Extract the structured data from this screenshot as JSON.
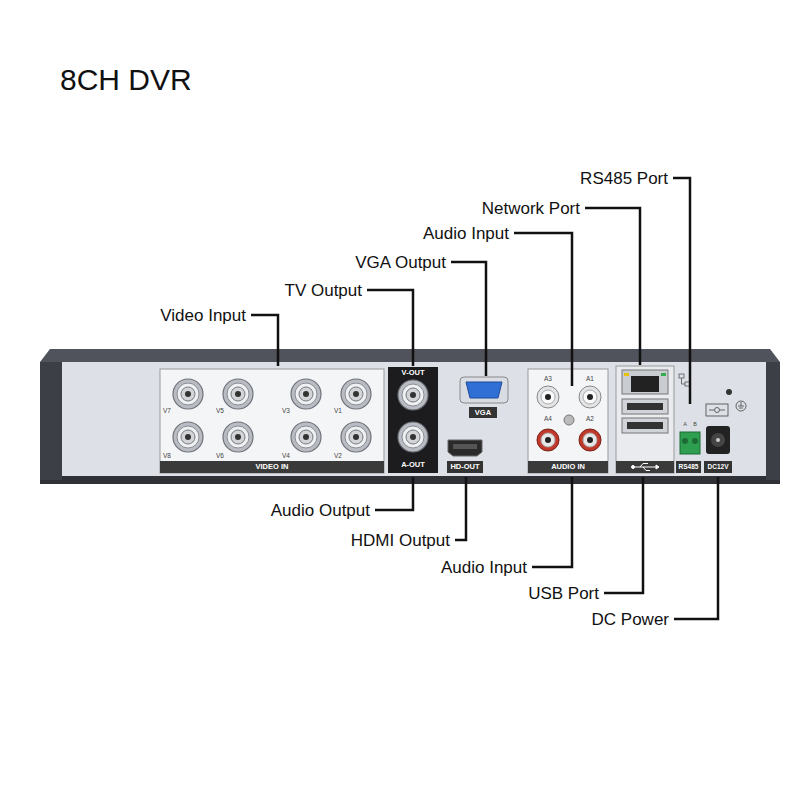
{
  "diagram": {
    "title": "8CH DVR",
    "labels": [
      "RS485 Port",
      "Network Port",
      "Audio Input",
      "VGA Output",
      "TV Output",
      "Video Input",
      "V-OUT",
      "V7",
      "V5",
      "V3",
      "V1",
      "V8",
      "V6",
      "V4",
      "V2",
      "A3",
      "A1",
      "VGA",
      "A4",
      "A2",
      "A",
      "B",
      "VIDEO IN",
      "A-OUT",
      "HD-OUT",
      "AUDIO IN",
      "RS485",
      "DC12V",
      "Audio Output",
      "HDMI Output",
      "Audio Input",
      "USB Port",
      "DC Power"
    ]
  }
}
